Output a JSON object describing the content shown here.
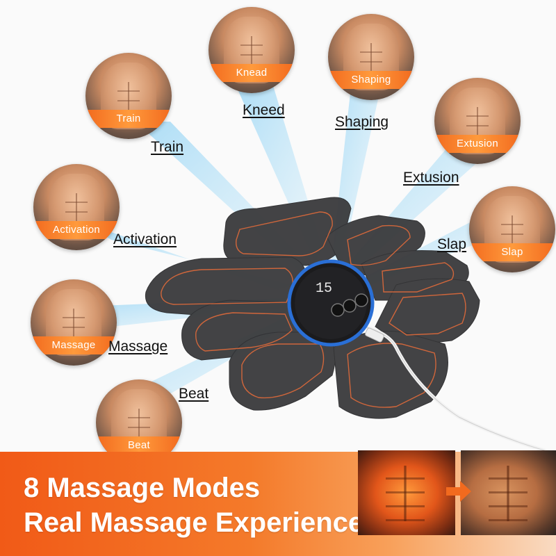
{
  "modes": [
    {
      "id": "train",
      "ribbon": "Train",
      "label": "Train"
    },
    {
      "id": "knead",
      "ribbon": "Knead",
      "label": "Kneed"
    },
    {
      "id": "shaping",
      "ribbon": "Shaping",
      "label": "Shaping"
    },
    {
      "id": "extusion",
      "ribbon": "Extusion",
      "label": "Extusion"
    },
    {
      "id": "activation",
      "ribbon": "Activation",
      "label": "Activation"
    },
    {
      "id": "slap",
      "ribbon": "Slap",
      "label": "Slap"
    },
    {
      "id": "massage",
      "ribbon": "Massage",
      "label": "Massage"
    },
    {
      "id": "beat",
      "ribbon": "Beat",
      "label": "Beat"
    }
  ],
  "device": {
    "display_value": "15",
    "icons": [
      "power-button-icon",
      "minus-button-icon",
      "plus-button-icon"
    ]
  },
  "banner": {
    "line1": "8 Massage Modes",
    "line2": "Real Massage Experience"
  },
  "colors": {
    "accent_orange": "#f26a1e",
    "pad_dark": "#3a3a3c",
    "pad_outline": "#e06a3a",
    "ring_blue": "#2a6fd6",
    "beam_blue": "#8fd0f0"
  }
}
